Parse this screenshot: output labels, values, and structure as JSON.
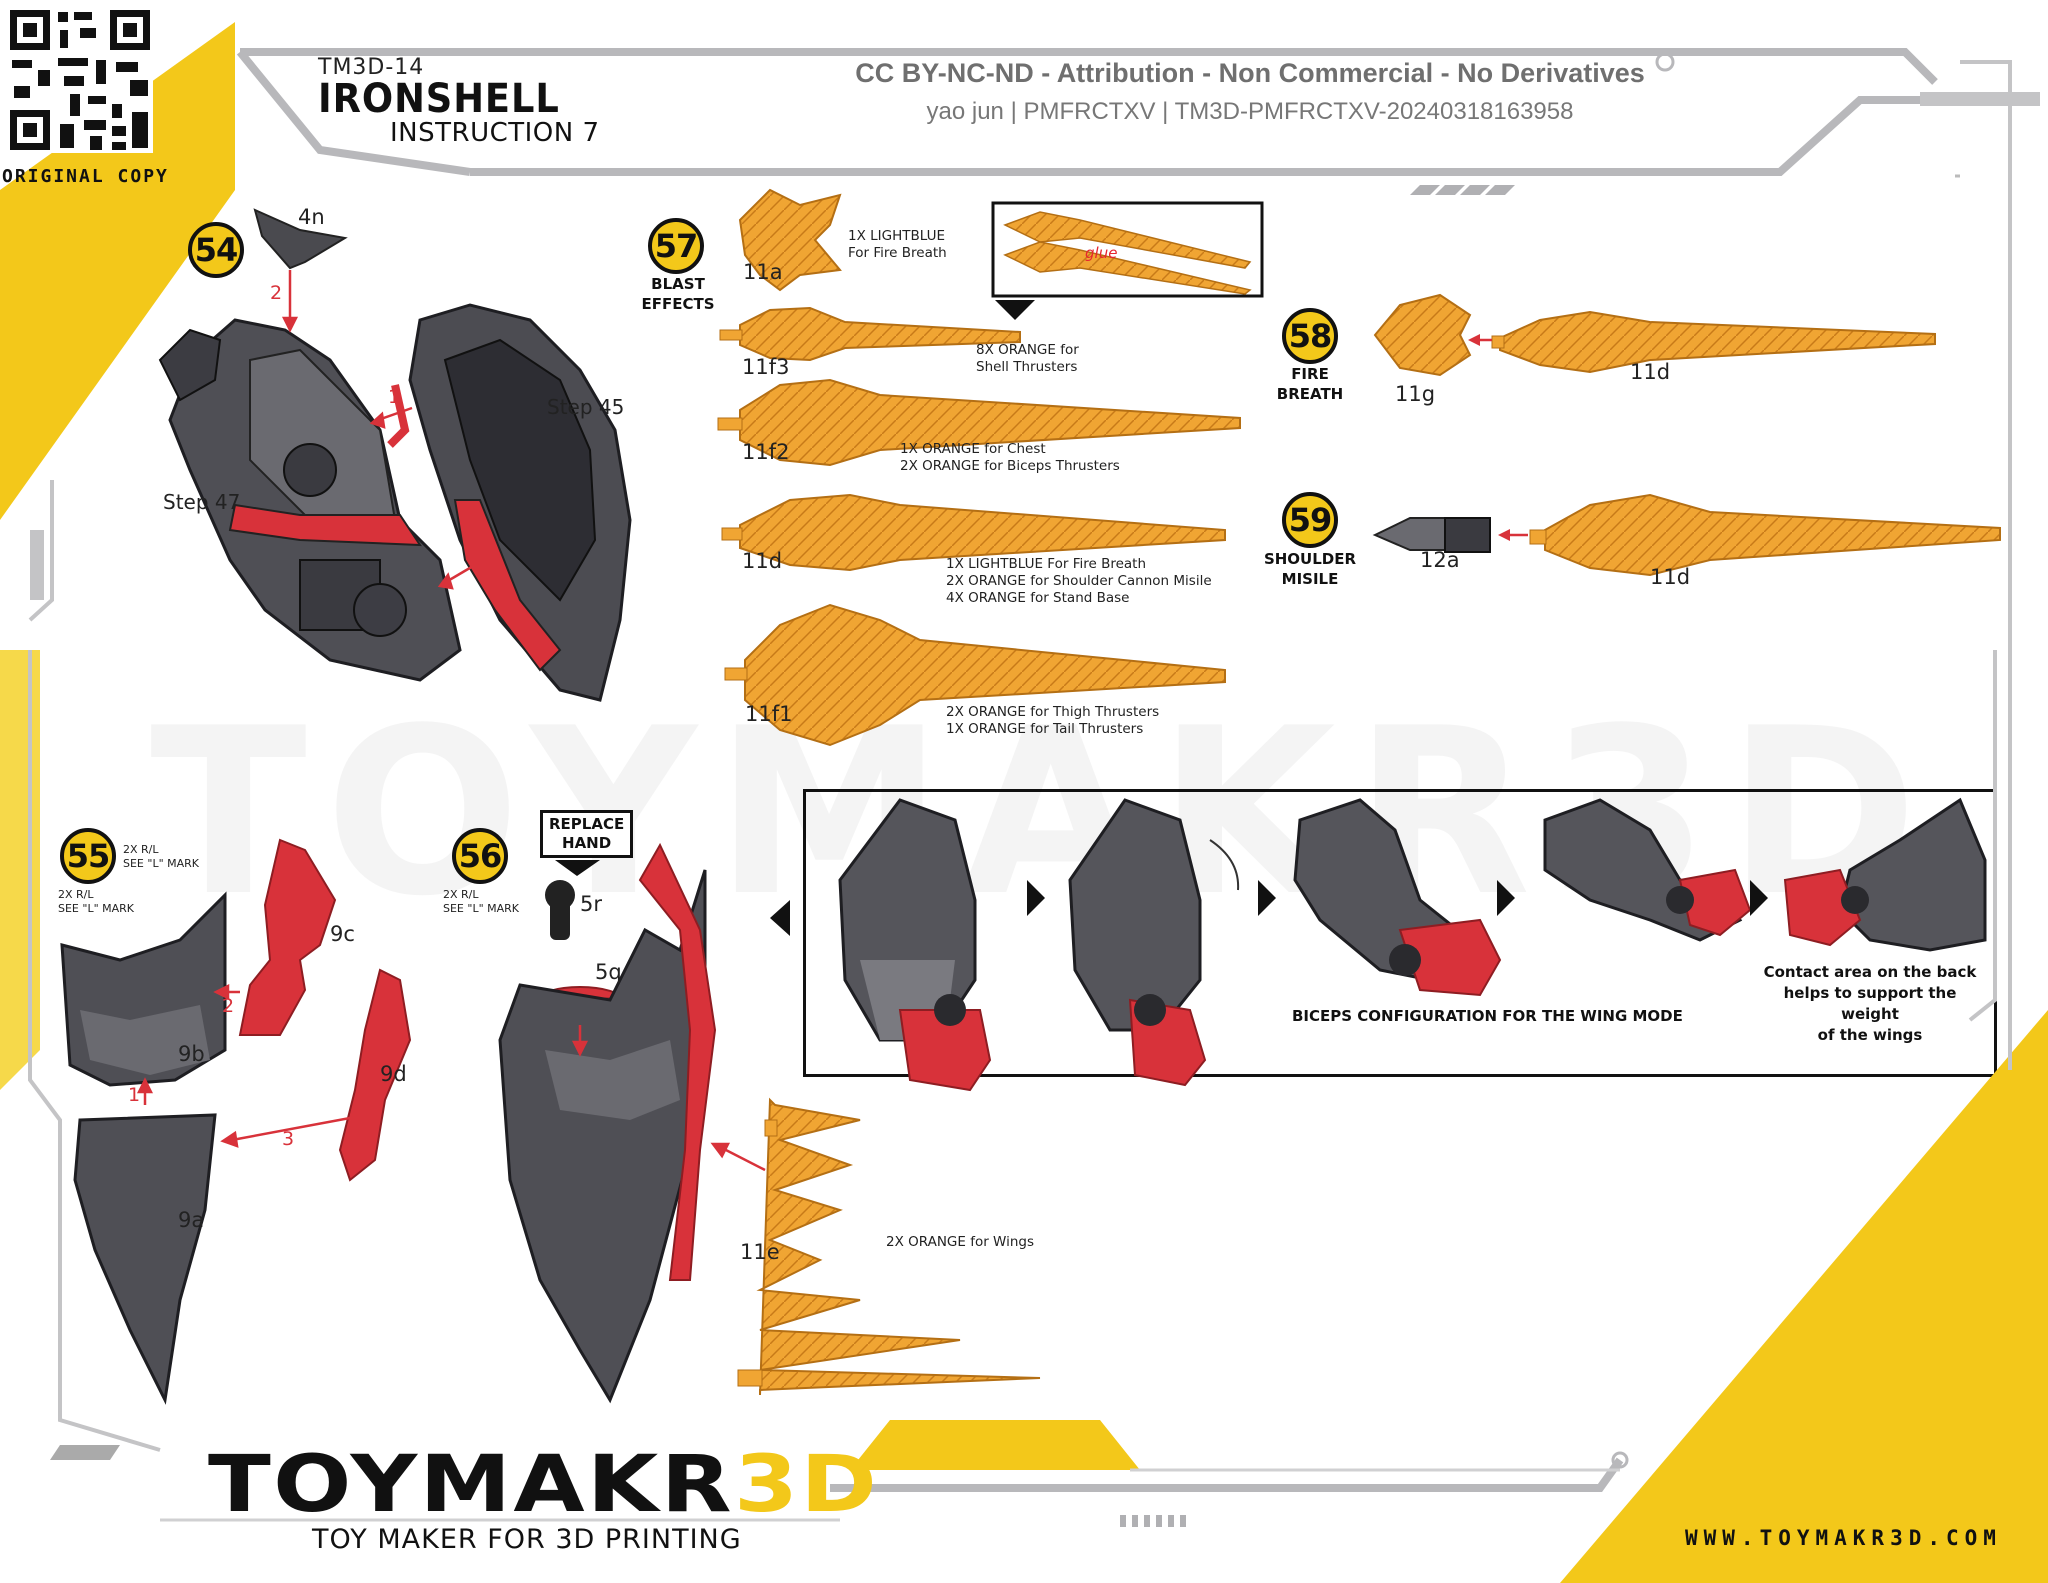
{
  "header": {
    "code": "TM3D-14",
    "title": "IRONSHELL",
    "subtitle": "INSTRUCTION 7",
    "license": "CC BY-NC-ND - Attribution - Non Commercial - No Derivatives",
    "author_line": "yao jun | PMFRCTXV | TM3D-PMFRCTXV-20240318163958",
    "original_copy": "ORIGINAL COPY"
  },
  "watermark": "TOYMAKR3D",
  "step54": {
    "number": "54",
    "parts": [
      "4n"
    ],
    "arrows": [
      "2",
      "1"
    ],
    "labels": [
      "Step 45",
      "Step 47"
    ]
  },
  "step57": {
    "number": "57",
    "caption": "BLAST\nEFFECTS",
    "glue": "glue",
    "rows": [
      {
        "part": "11a",
        "note": "1X LIGHTBLUE\nFor Fire Breath"
      },
      {
        "part": "11f3",
        "note": "8X ORANGE for\nShell Thrusters"
      },
      {
        "part": "11f2",
        "note": "1X ORANGE for Chest\n2X ORANGE for Biceps Thrusters"
      },
      {
        "part": "11d",
        "note": "1X LIGHTBLUE For Fire Breath\n2X ORANGE for Shoulder Cannon Misile\n4X ORANGE for Stand Base"
      },
      {
        "part": "11f1",
        "note": "2X ORANGE for Thigh Thrusters\n1X ORANGE for Tail Thrusters"
      }
    ]
  },
  "step58": {
    "number": "58",
    "caption": "FIRE\nBREATH",
    "parts": [
      "11g",
      "11d"
    ]
  },
  "step59": {
    "number": "59",
    "caption": "SHOULDER\nMISILE",
    "parts": [
      "12a",
      "11d"
    ]
  },
  "step55": {
    "number": "55",
    "note_top": "2X R/L\nSEE \"L\" MARK",
    "note_side": "2X R/L\nSEE \"L\" MARK",
    "parts": [
      "9c",
      "9b",
      "9d",
      "9a"
    ],
    "arrows": [
      "2",
      "1",
      "3"
    ]
  },
  "step56": {
    "number": "56",
    "note": "2X R/L\nSEE \"L\" MARK",
    "replace": "REPLACE\nHAND",
    "parts": [
      "5r",
      "5q",
      "11e"
    ],
    "wing_note": "2X ORANGE for Wings"
  },
  "config": {
    "caption": "BICEPS CONFIGURATION FOR THE WING MODE",
    "note": "Contact area on the back\nhelps to support the weight\nof the wings"
  },
  "footer": {
    "logo_dark": "TOYMAKR",
    "logo_yellow": "3D",
    "tagline": "TOY MAKER FOR 3D PRINTING",
    "website": "WWW.TOYMAKR3D.COM"
  },
  "colors": {
    "yellow": "#f3c81a",
    "orange": "#f0a533",
    "red": "#d8323a",
    "dark_grey": "#4a4a4f",
    "frame_grey": "#b8b8bb"
  }
}
